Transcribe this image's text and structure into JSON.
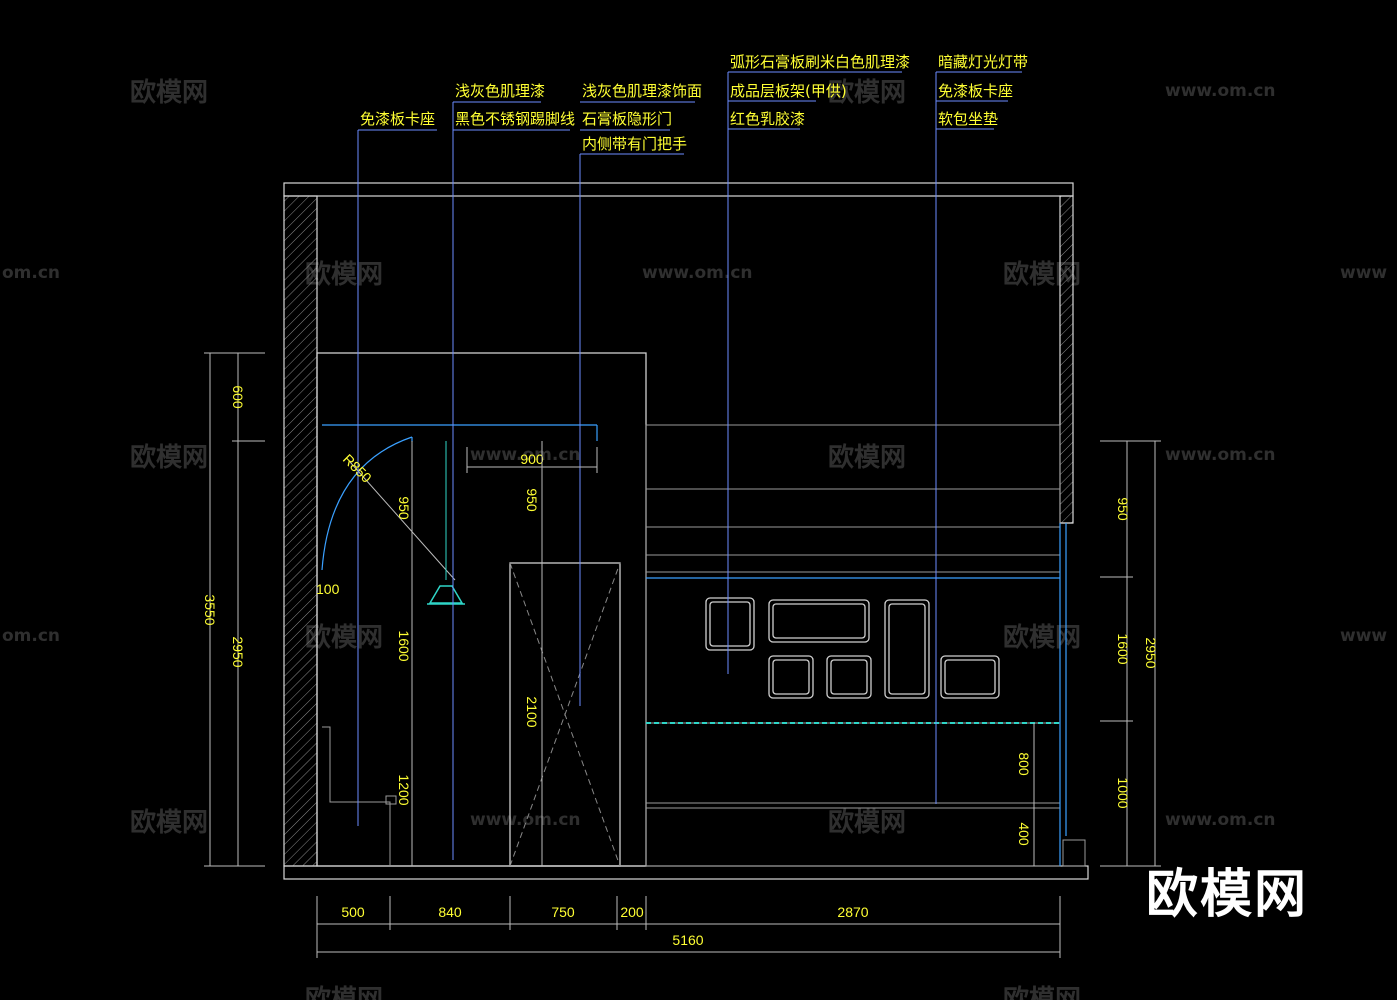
{
  "watermark": {
    "brand": "欧模网",
    "url": "www.om.cn",
    "url_partial_left": "om.cn",
    "url_partial_right": "www"
  },
  "annotations": {
    "a1": "免漆板卡座",
    "a2_line1": "浅灰色肌理漆",
    "a2_line2": "黑色不锈钢踢脚线",
    "a3_line1": "浅灰色肌理漆饰面",
    "a3_line2": "石膏板隐形门",
    "a3_line3": "内侧带有门把手",
    "a4_line1": "弧形石膏板刷米白色肌理漆",
    "a4_line2": "成品层板架(甲供)",
    "a4_line3": "红色乳胶漆",
    "a5_line1": "暗藏灯光灯带",
    "a5_line2": "免漆板卡座",
    "a5_line3": "软包坐垫"
  },
  "dimensions": {
    "bottom_segments": [
      "500",
      "840",
      "750",
      "200",
      "2870"
    ],
    "bottom_total": "5160",
    "left_outer": "3550",
    "left_top": "600",
    "left_lower": "2950",
    "right_outer": "2950",
    "right_top": "950",
    "right_mid": "1600",
    "right_low": "1000",
    "inner_r": "R850",
    "inner_900": "900",
    "inner_950a": "950",
    "inner_950b": "950",
    "inner_100": "100",
    "inner_1600": "1600",
    "inner_1200": "1200",
    "inner_2100": "2100",
    "inner_800": "800",
    "inner_400": "400"
  },
  "colors": {
    "background": "#000000",
    "annotation": "#ffff33",
    "leader": "#6b8cff",
    "accent": "#3aa0ff",
    "lamp": "#2fd6c8"
  },
  "icons": [
    "pendant-lamp-icon"
  ]
}
